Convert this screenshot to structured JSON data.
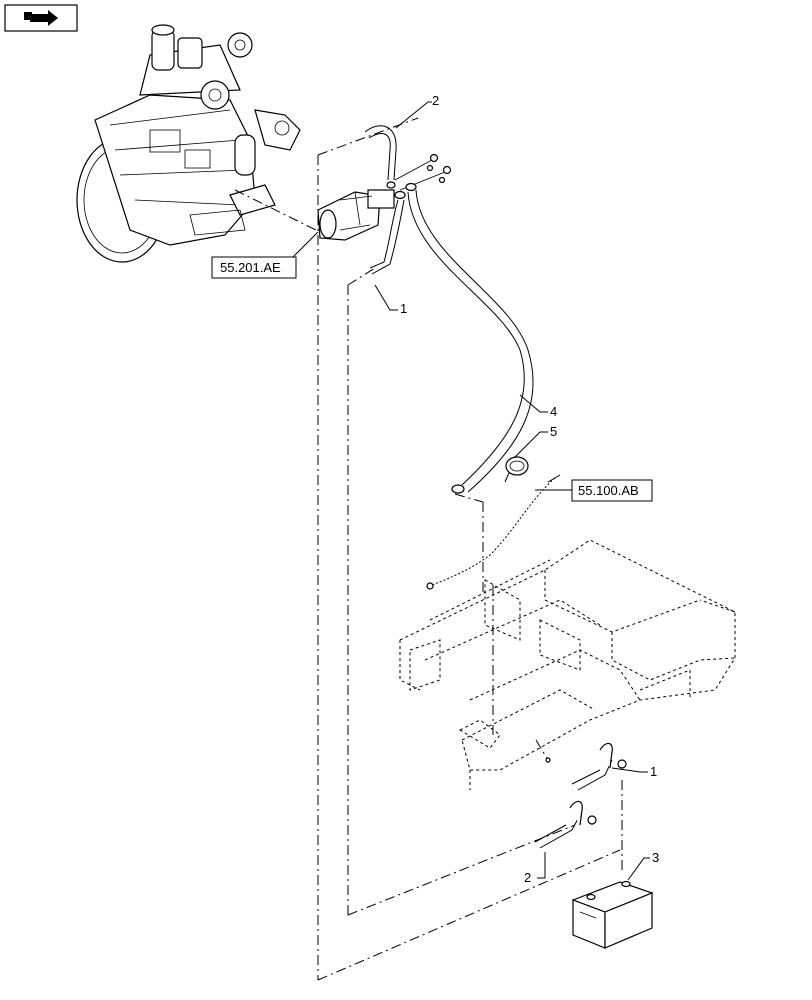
{
  "icon": {
    "name": "next-page-arrow-icon"
  },
  "callouts": {
    "c1_upper": "1",
    "c2_upper": "2",
    "c4": "4",
    "c5": "5",
    "c1_lower": "1",
    "c2_lower": "2",
    "c3": "3"
  },
  "references": {
    "ref_starter": "55.201.AE",
    "ref_harness": "55.100.AB"
  }
}
